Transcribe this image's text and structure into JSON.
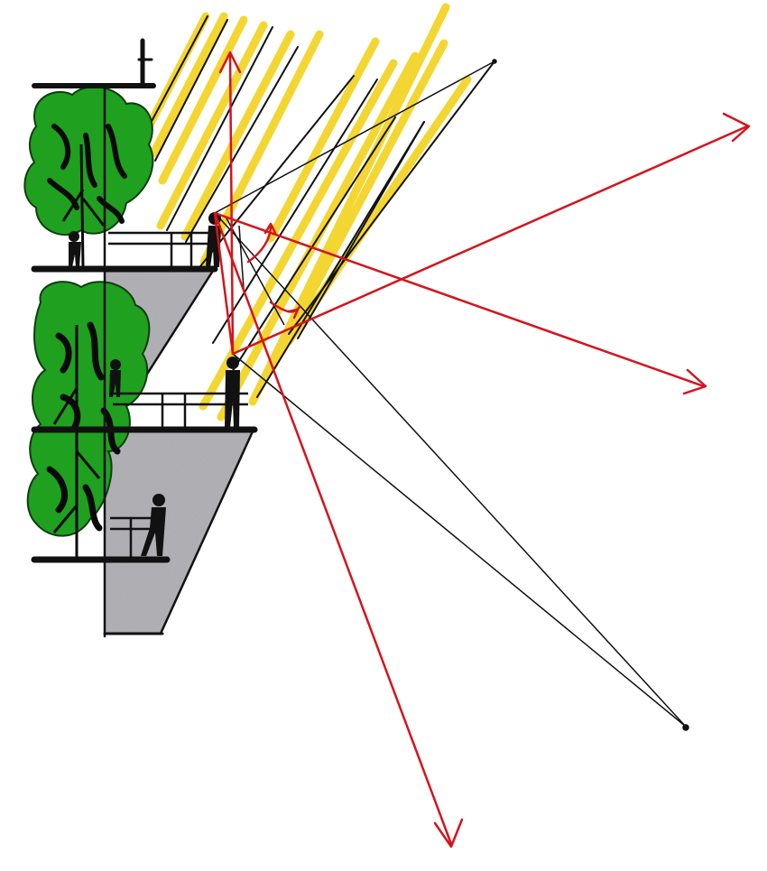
{
  "diagram": {
    "kind": "hand-drawn section sketch",
    "subject_icons": [
      "building-section",
      "balcony",
      "tree",
      "person",
      "sun-ray",
      "view-line",
      "arrow"
    ],
    "colors": {
      "background": "#ffffff",
      "sun": "#f2d21c",
      "view_red": "#d4141c",
      "ink": "#111111",
      "tree_green": "#1fa01f",
      "tree_dark": "#0d6b12",
      "shadow_gray": "#a9a9ae"
    }
  }
}
